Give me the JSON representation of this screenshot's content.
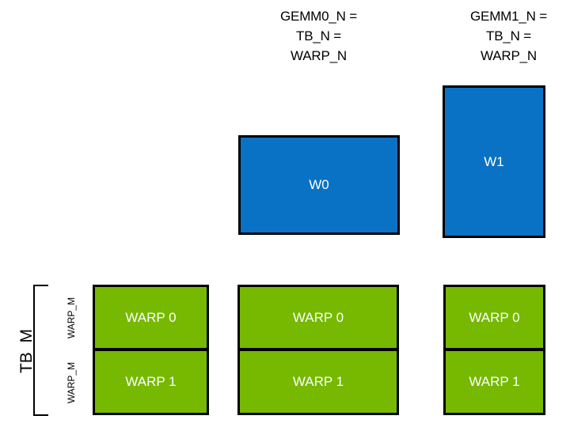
{
  "diagram": {
    "title_captions": [
      {
        "id": "gemm0",
        "text": "GEMM0_N =\nTB_N =\nWARP_N"
      },
      {
        "id": "gemm1",
        "text": "GEMM1_N =\nTB_N =\nWARP_N"
      }
    ],
    "warp_blocks": [
      {
        "id": "w0",
        "label": "W0",
        "color": "#0A72C4"
      },
      {
        "id": "w1",
        "label": "W1",
        "color": "#0A72C4"
      }
    ],
    "warp_columns": [
      {
        "id": "col0",
        "cells": [
          {
            "label": "WARP 0"
          },
          {
            "label": "WARP 1"
          }
        ]
      },
      {
        "id": "col1",
        "cells": [
          {
            "label": "WARP 0"
          },
          {
            "label": "WARP 1"
          }
        ]
      },
      {
        "id": "col2",
        "cells": [
          {
            "label": "WARP 0"
          },
          {
            "label": "WARP 1"
          }
        ]
      }
    ],
    "axis_labels": {
      "tb_m": "TB_M",
      "warp_m_top": "WARP_M",
      "warp_m_bottom": "WARP_M"
    },
    "colors": {
      "blue": "#0A72C4",
      "green": "#76B900",
      "outline": "#000000",
      "text_on_fill": "#FFFFFF",
      "background": "#FFFFFF"
    }
  }
}
